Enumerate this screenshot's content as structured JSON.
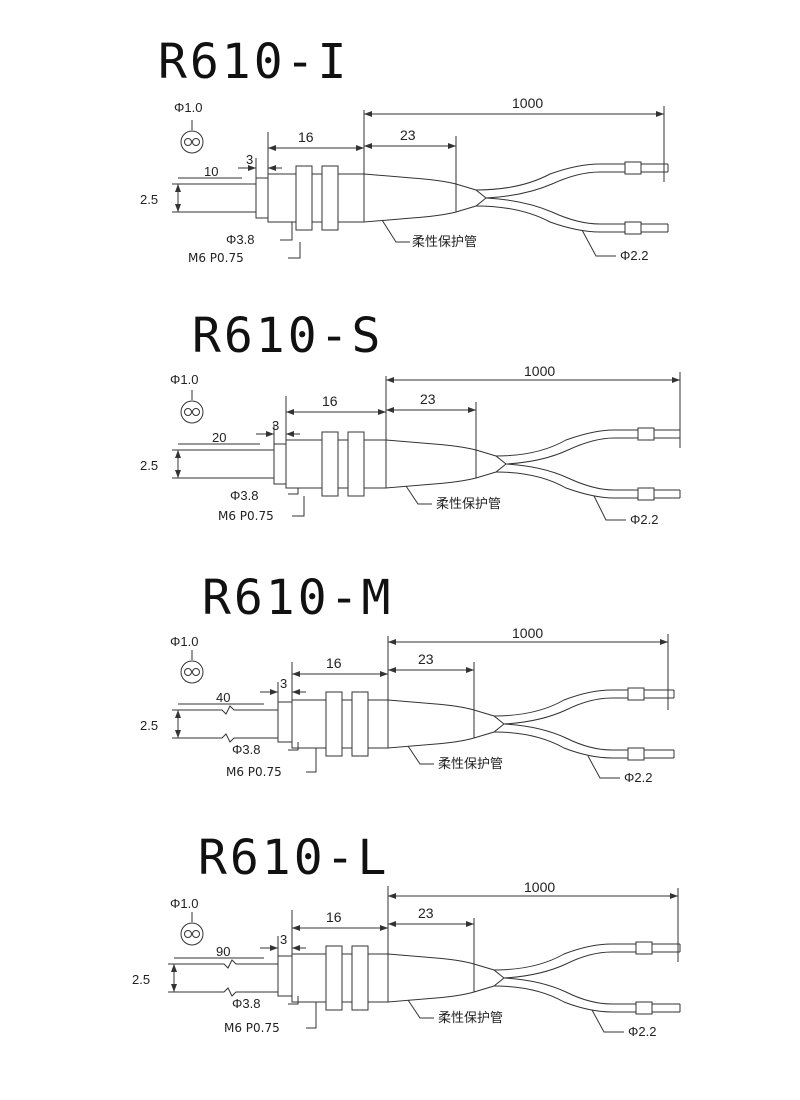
{
  "common": {
    "fiber_core_dia": "Φ1.0",
    "probe_height": "2.5",
    "tip_step": "3",
    "thread_len": "16",
    "sleeve_len": "23",
    "total_len": "1000",
    "probe_dia": "Φ3.8",
    "thread_spec": "M6 P0.75",
    "sleeve_label": "柔性保护管",
    "cable_dia": "Φ2.2"
  },
  "variants": [
    {
      "model": "R610-I",
      "tip_length": "10"
    },
    {
      "model": "R610-S",
      "tip_length": "20"
    },
    {
      "model": "R610-M",
      "tip_length": "40"
    },
    {
      "model": "R610-L",
      "tip_length": "90"
    }
  ]
}
